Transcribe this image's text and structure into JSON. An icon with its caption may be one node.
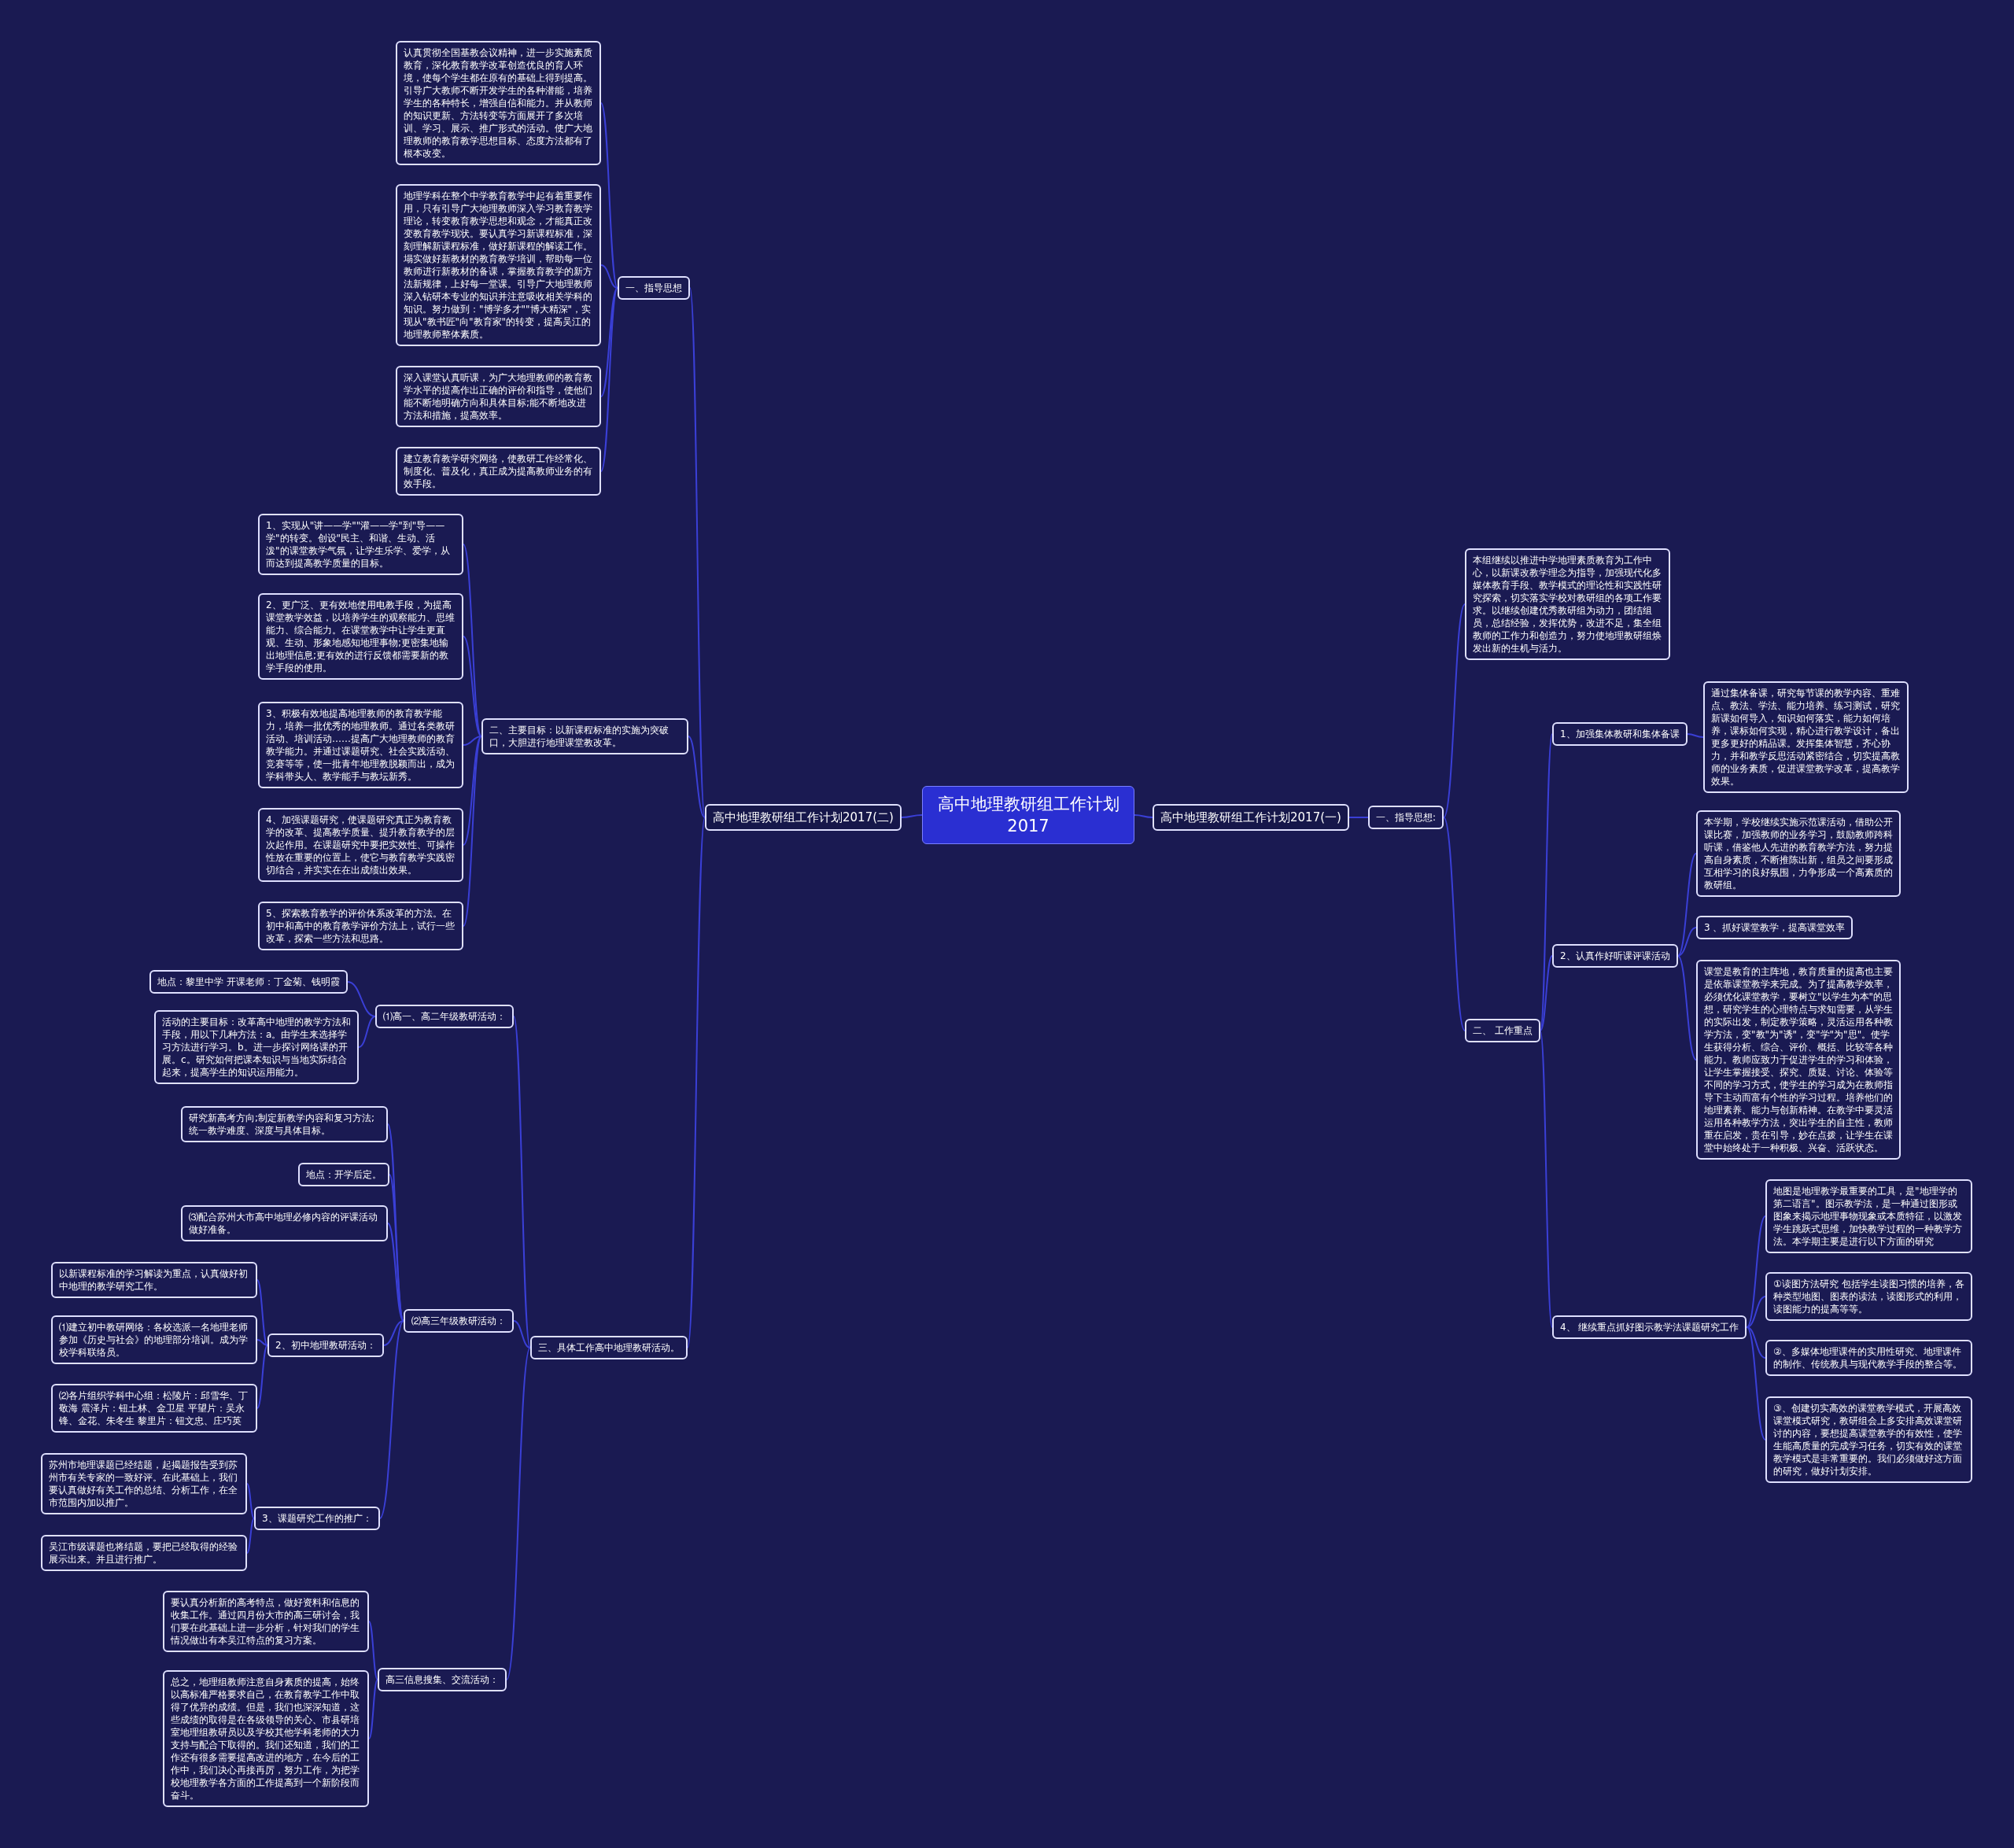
{
  "diagram": {
    "nodes": [
      {
        "text": [
          "高中地理教研组工作计划2017"
        ]
      },
      {
        "text": [
          "高中地理教研组工作计划2017(二)"
        ]
      },
      {
        "text": [
          "一、指导思想"
        ]
      },
      {
        "text": [
          "认真贯彻全国基教会议精神，进一步实施素质教育，深化教育教学改革创造优良的育人环境，使每个学生都在原有的基础上得到提高。引导广大教师不断开发学生的各种潜能，培养学生的各种特长，增强自信和能力。并从教师的知识更新、方法转变等方面展开了多次培训、学习、展示、推广形式的活动。使广大地理教师的教育教学思想目标、态度方法都有了根本改变。"
        ]
      },
      {
        "text": [
          "地理学科在整个中学教育教学中起有着重要作用，只有引导广大地理教师深入学习教育教学理论，转变教育教学思想和观念，才能真正改变教育教学现状。要认真学习新课程标准，深刻理解新课程标准，做好新课程的解读工作。塌实做好新教材的教育教学培训，帮助每一位教师进行新教材的备课，掌握教育教学的新方法新规律，上好每一堂课。引导广大地理教师深入钻研本专业的知识并注意吸收相关学科的知识。努力做到：\"博学多才\"\"博大精深\"，实现从\"教书匠\"向\"教育家\"的转变，提高吴江的地理教师整体素质。"
        ]
      },
      {
        "text": [
          "深入课堂认真听课，为广大地理教师的教育教学水平的提高作出正确的评价和指导，使他们能不断地明确方向和具体目标;能不断地改进方法和措施，提高效率。"
        ]
      },
      {
        "text": [
          "建立教育教学研究网络，使教研工作经常化、制度化、普及化，真正成为提高教师业务的有效手段。"
        ]
      },
      {
        "text": [
          "二、主要目标：以新课程标准的实施为突破口，大胆进行地理课堂教改革。"
        ]
      },
      {
        "text": [
          "1、实现从\"讲——学\"\"灌——学\"到\"导——学\"的转变。创设\"民主、和谐、生动、活泼\"的课堂教学气氛，让学生乐学、爱学，从而达到提高教学质量的目标。"
        ]
      },
      {
        "text": [
          "2、更广泛、更有效地使用电教手段，为提高课堂教学效益，以培养学生的观察能力、思维能力、综合能力。在课堂教学中让学生更直观、生动、形象地感知地理事物;更密集地输出地理信息;更有效的进行反馈都需要新的教学手段的使用。"
        ]
      },
      {
        "text": [
          "3、积极有效地提高地理教师的教育教学能力，培养一批优秀的地理教师。通过各类教研活动、培训活动……提高广大地理教师的教育教学能力。并通过课题研究、社会实践活动、竞赛等等，使一批青年地理教脱颖而出，成为学科带头人、教学能手与教坛新秀。"
        ]
      },
      {
        "text": [
          "4、加强课题研究，使课题研究真正为教育教学的改革、提高教学质量、提升教育教学的层次起作用。在课题研究中要把实效性、可操作性放在重要的位置上，使它与教育教学实践密切结合，并实实在在出成绩出效果。"
        ]
      },
      {
        "text": [
          "5、探索教育教学的评价体系改革的方法。在初中和高中的教育教学评价方法上，试行一些改革，探索一些方法和思路。"
        ]
      },
      {
        "text": [
          "三、具体工作高中地理教研活动。"
        ]
      },
      {
        "text": [
          "⑴高一、高二年级教研活动："
        ]
      },
      {
        "text": [
          "地点：黎里中学 开课老师：丁金菊、钱明霞"
        ]
      },
      {
        "text": [
          "活动的主要目标：改革高中地理的教学方法和手段，用以下几种方法：a。由学生来选择学习方法进行学习。b。进一步探讨网络课的开展。c。研究如何把课本知识与当地实际结合起来，提高学生的知识运用能力。"
        ]
      },
      {
        "text": [
          "⑵高三年级教研活动："
        ]
      },
      {
        "text": [
          "研究新高考方向;制定新教学内容和复习方法;统一教学难度、深度与具体目标。"
        ]
      },
      {
        "text": [
          "地点：开学后定。"
        ]
      },
      {
        "text": [
          "⑶配合苏州大市高中地理必修内容的评课活动做好准备。"
        ]
      },
      {
        "text": [
          "2、初中地理教研活动："
        ]
      },
      {
        "text": [
          "以新课程标准的学习解读为重点，认真做好初中地理的教学研究工作。"
        ]
      },
      {
        "text": [
          "⑴建立初中教研网络：各校选派一名地理老师参加《历史与社会》的地理部分培训。成为学校学科联络员。"
        ]
      },
      {
        "text": [
          "⑵各片组织学科中心组：松陵片：邱雪华、丁敬海 震泽片：钮土林、金卫星 平望片：吴永锋、金花、朱冬生 黎里片：钮文忠、庄巧英"
        ]
      },
      {
        "text": [
          "3、课题研究工作的推广："
        ]
      },
      {
        "text": [
          "苏州市地理课题已经结题，起揭题报告受到苏州市有关专家的一致好评。在此基础上，我们要认真做好有关工作的总结、分析工作，在全市范围内加以推广。"
        ]
      },
      {
        "text": [
          "吴江市级课题也将结题，要把已经取得的经验展示出来。并且进行推广。"
        ]
      },
      {
        "text": [
          "高三信息搜集、交流活动："
        ]
      },
      {
        "text": [
          "要认真分析新的高考特点，做好资料和信息的收集工作。通过四月份大市的高三研讨会，我们要在此基础上进一步分析，针对我们的学生情况做出有本吴江特点的复习方案。"
        ]
      },
      {
        "text": [
          "总之，地理组教师注意自身素质的提高，始终以高标准严格要求自己，在教育教学工作中取得了优异的成绩。但是，我们也深深知道，这些成绩的取得是在各级领导的关心、市县研培室地理组教研员以及学校其他学科老师的大力支持与配合下取得的。我们还知道，我们的工作还有很多需要提高改进的地方，在今后的工作中，我们决心再接再厉，努力工作，为把学校地理教学各方面的工作提高到一个新阶段而奋斗。"
        ]
      },
      {
        "text": [
          "高中地理教研组工作计划2017(一)"
        ]
      },
      {
        "text": [
          "一、指导思想:"
        ]
      },
      {
        "text": [
          "本组继续以推进中学地理素质教育为工作中心，以新课改教学理念为指导，加强现代化多媒体教育手段、教学模式的理论性和实践性研究探索，切实落实学校对教研组的各项工作要求。以继续创建优秀教研组为动力，团结组员，总结经验，发挥优势，改进不足，集全组教师的工作力和创造力，努力使地理教研组焕发出新的生机与活力。"
        ]
      },
      {
        "text": [
          "二、 工作重点"
        ]
      },
      {
        "text": [
          "1、加强集体教研和集体备课"
        ]
      },
      {
        "text": [
          "通过集体备课，研究每节课的教学内容、重难点、教法、学法、能力培养、练习测试，研究新课如何导入，知识如何落实，能力如何培养，课标如何实现，精心进行教学设计，备出更多更好的精品课。发挥集体智慧，齐心协力，并和教学反思活动紧密结合，切实提高教师的业务素质，促进课堂教学改革，提高教学效果。"
        ]
      },
      {
        "text": [
          "2、认真作好听课评课活动"
        ]
      },
      {
        "text": [
          "本学期，学校继续实施示范课活动，借助公开课比赛，加强教师的业务学习，鼓励教师跨科听课，借鉴他人先进的教育教学方法，努力提高自身素质，不断推陈出新，组员之间要形成互相学习的良好氛围，力争形成一个高素质的教研组。"
        ]
      },
      {
        "text": [
          "3 、抓好课堂教学，提高课堂效率"
        ]
      },
      {
        "text": [
          "课堂是教育的主阵地，教育质量的提高也主要是依靠课堂教学来完成。为了提高教学效率，必须优化课堂教学，要树立\"以学生为本\"的思想，研究学生的心理特点与求知需要，从学生的实际出发，制定教学策略，灵活运用各种教学方法，变\"教\"为\"诱\"，变\"学\"为\"思\"。使学生获得分析、综合、评价、概括、比较等各种能力。教师应致力于促进学生的学习和体验，让学生掌握接受、探究、质疑、讨论、体验等不同的学习方式，使学生的学习成为在教师指导下主动而富有个性的学习过程。培养他们的地理素养、能力与创新精神。在教学中要灵活运用各种教学方法，突出学生的自主性，教师重在启发，贵在引导，妙在点拨，让学生在课堂中始终处于一种积极、兴奋、活跃状态。"
        ]
      },
      {
        "text": [
          "4、 继续重点抓好图示教学法课题研究工作"
        ]
      },
      {
        "text": [
          "地图是地理教学最重要的工具，是\"地理学的第二语言\"。图示教学法，是一种通过图形或图象来揭示地理事物现象或本质特征，以激发学生跳跃式思维，加快教学过程的一种教学方法。本学期主要是进行以下方面的研究"
        ]
      },
      {
        "text": [
          "①读图方法研究 包括学生读图习惯的培养，各种类型地图、图表的读法，读图形式的利用，读图能力的提高等等。"
        ]
      },
      {
        "text": [
          "②、多媒体地理课件的实用性研究、地理课件的制作、传统教具与现代教学手段的整合等。"
        ]
      },
      {
        "text": [
          "③、创建切实高效的课堂教学模式，开展高效课堂模式研究，教研组会上多安排高效课堂研讨的内容，要想提高课堂教学的有效性，使学生能高质量的完成学习任务，切实有效的课堂教学模式是非常重要的。我们必须做好这方面的研究，做好计划安排。"
        ]
      }
    ],
    "edges": [
      {
        "from": 0,
        "to": 1,
        "arrow": "none"
      },
      {
        "from": 1,
        "to": 2,
        "arrow": "none"
      },
      {
        "from": 2,
        "to": 3,
        "arrow": "none"
      },
      {
        "from": 2,
        "to": 4,
        "arrow": "none"
      },
      {
        "from": 2,
        "to": 5,
        "arrow": "none"
      },
      {
        "from": 2,
        "to": 6,
        "arrow": "none"
      },
      {
        "from": 1,
        "to": 7,
        "arrow": "none"
      },
      {
        "from": 7,
        "to": 8,
        "arrow": "none"
      },
      {
        "from": 7,
        "to": 9,
        "arrow": "none"
      },
      {
        "from": 7,
        "to": 10,
        "arrow": "none"
      },
      {
        "from": 7,
        "to": 11,
        "arrow": "none"
      },
      {
        "from": 7,
        "to": 12,
        "arrow": "none"
      },
      {
        "from": 1,
        "to": 13,
        "arrow": "none"
      },
      {
        "from": 13,
        "to": 14,
        "arrow": "none"
      },
      {
        "from": 14,
        "to": 15,
        "arrow": "none"
      },
      {
        "from": 14,
        "to": 16,
        "arrow": "none"
      },
      {
        "from": 13,
        "to": 17,
        "arrow": "none"
      },
      {
        "from": 17,
        "to": 18,
        "arrow": "none"
      },
      {
        "from": 17,
        "to": 19,
        "arrow": "none"
      },
      {
        "from": 17,
        "to": 20,
        "arrow": "none"
      },
      {
        "from": 17,
        "to": 21,
        "arrow": "none"
      },
      {
        "from": 21,
        "to": 22,
        "arrow": "none"
      },
      {
        "from": 21,
        "to": 23,
        "arrow": "none"
      },
      {
        "from": 21,
        "to": 24,
        "arrow": "none"
      },
      {
        "from": 17,
        "to": 25,
        "arrow": "none"
      },
      {
        "from": 25,
        "to": 26,
        "arrow": "none"
      },
      {
        "from": 25,
        "to": 27,
        "arrow": "none"
      },
      {
        "from": 13,
        "to": 28,
        "arrow": "none"
      },
      {
        "from": 28,
        "to": 29,
        "arrow": "none"
      },
      {
        "from": 28,
        "to": 30,
        "arrow": "none"
      },
      {
        "from": 0,
        "to": 31,
        "arrow": "none"
      },
      {
        "from": 31,
        "to": 32,
        "arrow": "none"
      },
      {
        "from": 32,
        "to": 33,
        "arrow": "none"
      },
      {
        "from": 32,
        "to": 34,
        "arrow": "none"
      },
      {
        "from": 34,
        "to": 35,
        "arrow": "none"
      },
      {
        "from": 35,
        "to": 36,
        "arrow": "none"
      },
      {
        "from": 34,
        "to": 37,
        "arrow": "none"
      },
      {
        "from": 37,
        "to": 38,
        "arrow": "none"
      },
      {
        "from": 37,
        "to": 39,
        "arrow": "none"
      },
      {
        "from": 37,
        "to": 40,
        "arrow": "none"
      },
      {
        "from": 34,
        "to": 41,
        "arrow": "none"
      },
      {
        "from": 41,
        "to": 42,
        "arrow": "none"
      },
      {
        "from": 41,
        "to": 43,
        "arrow": "none"
      },
      {
        "from": 41,
        "to": 44,
        "arrow": "none"
      },
      {
        "from": 41,
        "to": 45,
        "arrow": "none"
      }
    ]
  }
}
